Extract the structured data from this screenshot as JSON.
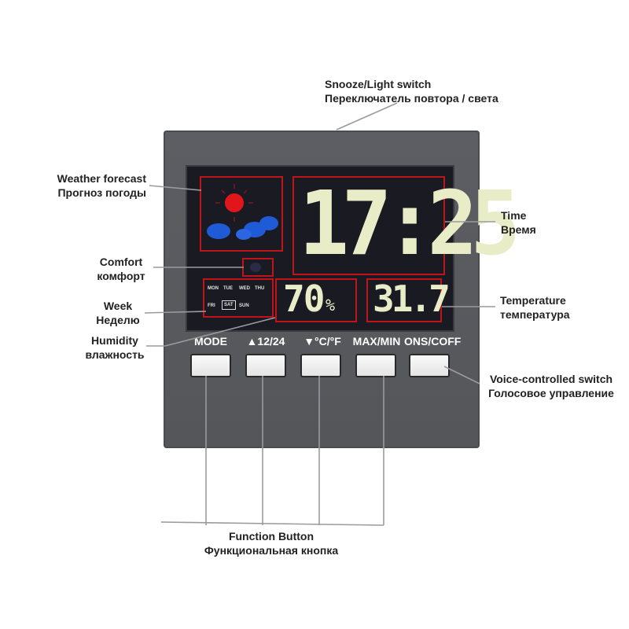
{
  "labels": {
    "snooze": {
      "en": "Snooze/Light switch",
      "ru": "Переключатель повтора / света"
    },
    "weather": {
      "en": "Weather forecast",
      "ru": "Прогноз погоды"
    },
    "comfort": {
      "en": "Comfort",
      "ru": "комфорт"
    },
    "week": {
      "en": "Week",
      "ru": "Неделю"
    },
    "humidity": {
      "en": "Humidity",
      "ru": "влажность"
    },
    "time": {
      "en": "Time",
      "ru": "Время"
    },
    "temperature": {
      "en": "Temperature",
      "ru": "температура"
    },
    "voice": {
      "en": "Voice-controlled switch",
      "ru": "Голосовое управление"
    },
    "function": {
      "en": "Function Button",
      "ru": "Функциональная кнопка"
    }
  },
  "display": {
    "time": "17:25",
    "humidity": "70",
    "humidity_unit": "%",
    "temperature": "31.7",
    "days": [
      "MON",
      "TUE",
      "WED",
      "THU",
      "FRI",
      "SAT",
      "SUN"
    ],
    "selected_day": "SAT"
  },
  "buttons": [
    "MODE",
    "▲12/24",
    "▼°C/°F",
    "MAX/MIN",
    "ONS/COFF"
  ],
  "colors": {
    "annotation_box": "#c0131a",
    "body": "#58595e",
    "lcd_bg": "#1a1a22",
    "sun": "#e0161b",
    "cloud": "#1f5bd6"
  }
}
